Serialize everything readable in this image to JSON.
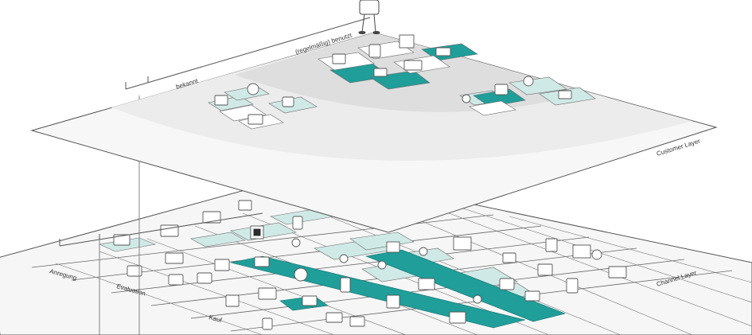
{
  "customer_layer": {
    "title": "Customer Layer",
    "ring_outer": "bekannt",
    "ring_inner": "(regelmäßig) benutzt"
  },
  "channel_layer": {
    "title": "Channel Layer",
    "rows": [
      "Anregung",
      "Evaluation",
      "Kauf"
    ]
  },
  "colors": {
    "teal": "#1f9e9a",
    "teal_light": "#cfe9e7",
    "ring_outer": "#ececec",
    "ring_inner": "#dedede",
    "plane": "#f5f5f5",
    "line": "#555555"
  },
  "icons": [
    "person-figure",
    "phone",
    "rubiks-cube",
    "cart",
    "store",
    "laptop",
    "tv",
    "app",
    "qr-code",
    "speech-bubble",
    "envelope",
    "newspaper",
    "megaphone",
    "gift-box"
  ]
}
